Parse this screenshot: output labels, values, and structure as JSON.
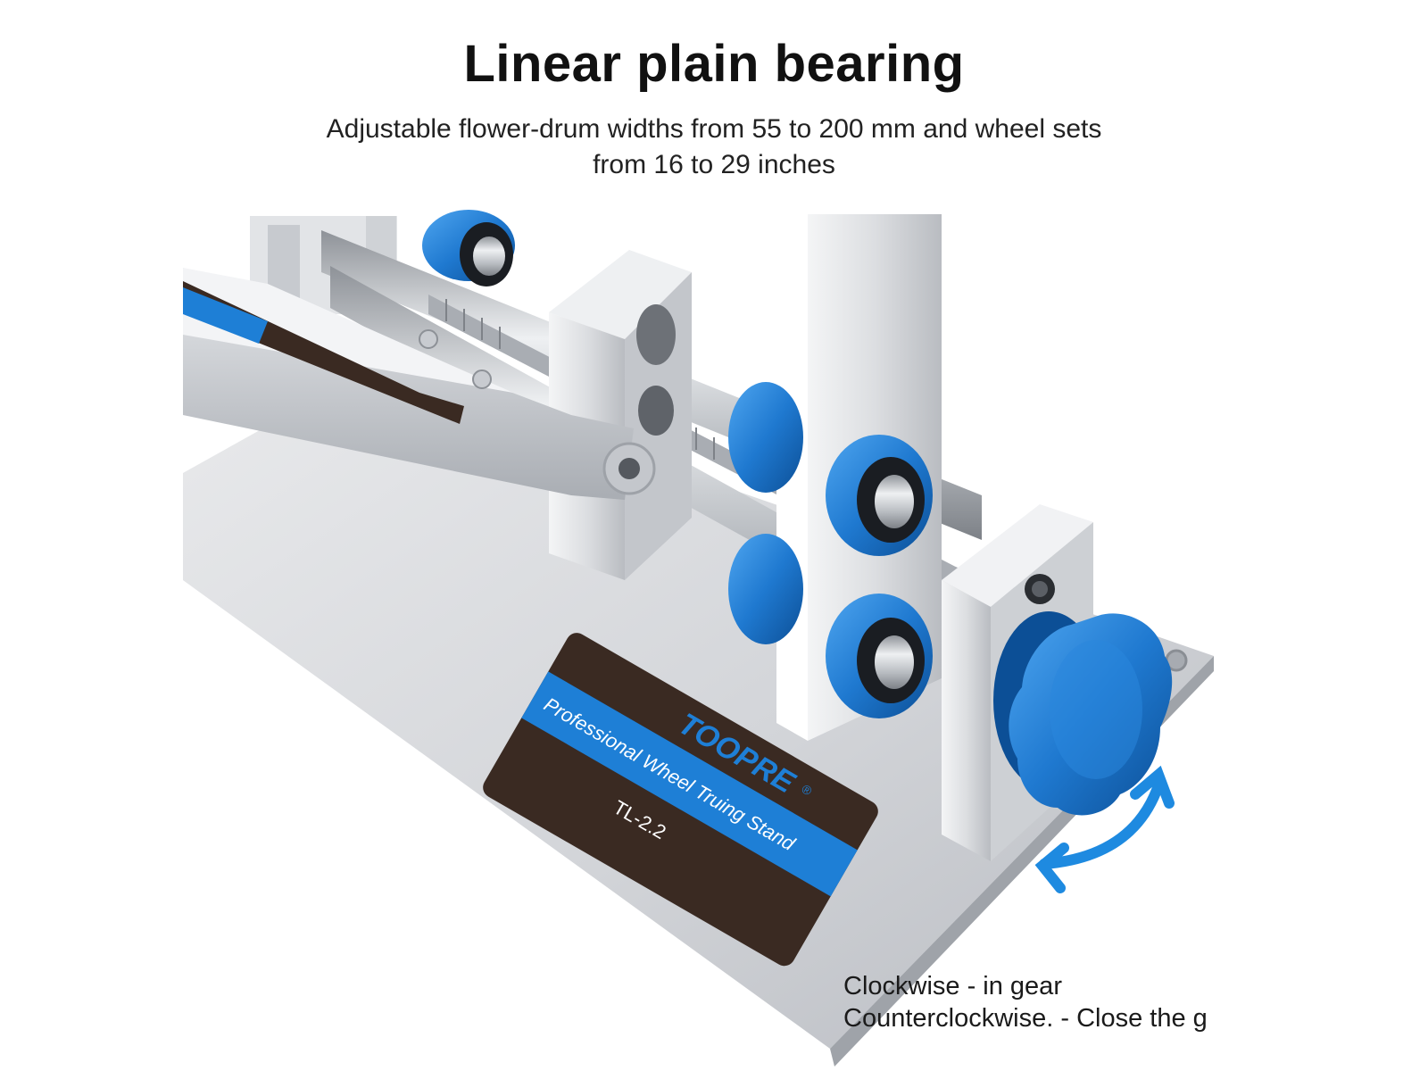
{
  "header": {
    "title": "Linear plain bearing",
    "subtitle": "Adjustable flower-drum widths from 55 to 200 mm and wheel sets from 16 to 29 inches"
  },
  "label": {
    "brand": "TOOPRE",
    "registered": "®",
    "product_name": "Professional  Wheel Truing Stand",
    "model": "TL-2.2"
  },
  "caption": {
    "line1": "Clockwise - in gear",
    "line2": "Counterclockwise. - Close the g"
  },
  "colors": {
    "accent_blue": "#1e7fd6",
    "label_brown": "#3a2a22",
    "aluminum": "#c9ccd1"
  },
  "icons": [
    "rotate-arrow-icon"
  ]
}
